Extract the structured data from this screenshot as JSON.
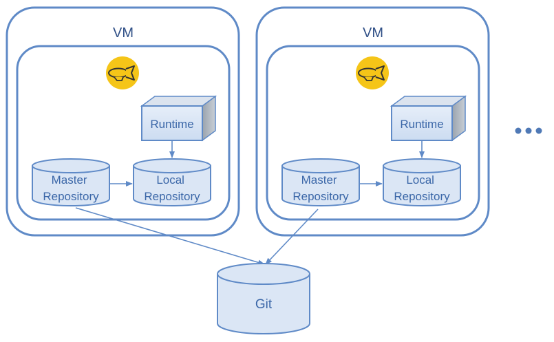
{
  "vms": [
    {
      "title": "VM",
      "runtime_label": "Runtime",
      "master_label_line1": "Master",
      "master_label_line2": "Repository",
      "local_label_line1": "Local",
      "local_label_line2": "Repository",
      "icon": "zeppelin-blimp-icon"
    },
    {
      "title": "VM",
      "runtime_label": "Runtime",
      "master_label_line1": "Master",
      "master_label_line2": "Repository",
      "local_label_line1": "Local",
      "local_label_line2": "Repository",
      "icon": "zeppelin-blimp-icon"
    }
  ],
  "git": {
    "label": "Git"
  },
  "ellipsis_icon": "ellipsis-icon",
  "colors": {
    "stroke": "#5f8ac7",
    "fill": "#dbe6f5",
    "text": "#3b67a8",
    "badge": "#f5c518"
  }
}
